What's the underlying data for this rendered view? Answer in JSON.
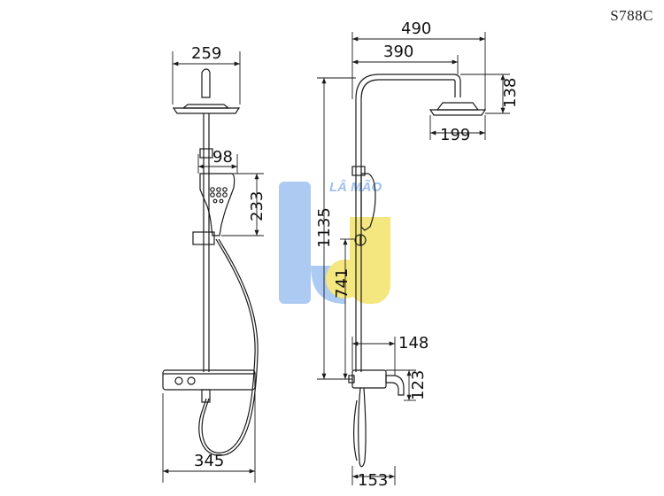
{
  "model_code": "S788C",
  "watermark": "LÂ MÃO",
  "left_view": {
    "shower_head_width": "259",
    "hand_shower_width": "98",
    "hand_shower_height": "233",
    "base_width": "345"
  },
  "right_view": {
    "overall_width": "490",
    "arm_reach": "390",
    "head_drop": "138",
    "head_diameter": "199",
    "total_height": "1135",
    "valve_height": "741",
    "spout_reach": "148",
    "spout_height": "123",
    "bottom_width": "153"
  },
  "colors": {
    "line": "#1a1a1a",
    "watermark_blue": "#9fc3f0",
    "watermark_yellow": "#f3e36a"
  }
}
